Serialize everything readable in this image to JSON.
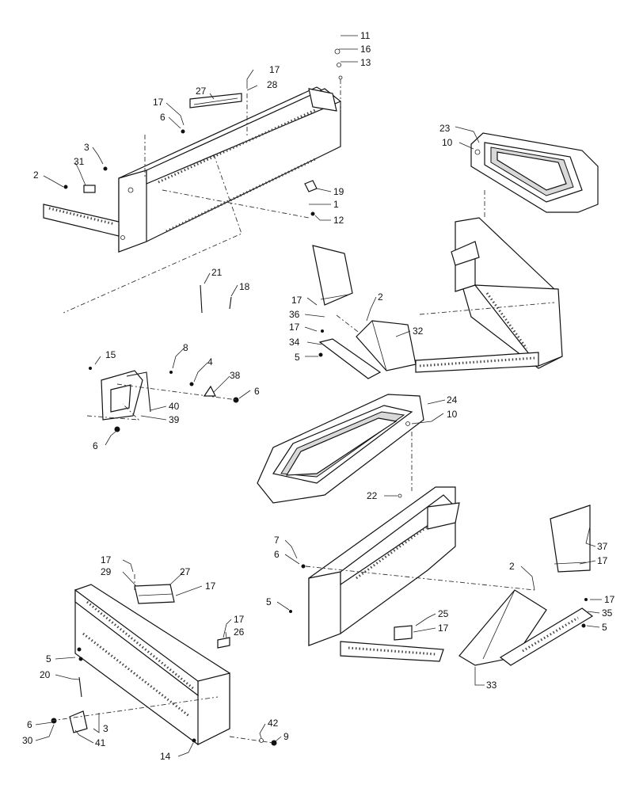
{
  "callouts": {
    "c1": "11",
    "c2": "16",
    "c3": "13",
    "c4": "17",
    "c5": "28",
    "c6": "27",
    "c7": "17",
    "c8": "6",
    "c9": "3",
    "c10": "31",
    "c11": "2",
    "c12": "19",
    "c13": "1",
    "c14": "12",
    "c15": "23",
    "c16": "10",
    "c17": "21",
    "c18": "18",
    "c19": "2",
    "c20": "17",
    "c21": "36",
    "c22": "32",
    "c23": "17",
    "c24": "34",
    "c25": "5",
    "c26": "15",
    "c27": "8",
    "c28": "4",
    "c29": "38",
    "c30": "6",
    "c31": "40",
    "c32": "39",
    "c33": "6",
    "c34": "24",
    "c35": "10",
    "c36": "22",
    "c37": "7",
    "c38": "6",
    "c39": "37",
    "c40": "17",
    "c41": "2",
    "c42": "17",
    "c43": "35",
    "c44": "5",
    "c45": "5",
    "c46": "25",
    "c47": "17",
    "c48": "33",
    "c49": "17",
    "c50": "29",
    "c51": "27",
    "c52": "17",
    "c53": "17",
    "c54": "26",
    "c55": "5",
    "c56": "20",
    "c57": "6",
    "c58": "30",
    "c59": "3",
    "c60": "41",
    "c61": "42",
    "c62": "9",
    "c63": "14"
  }
}
